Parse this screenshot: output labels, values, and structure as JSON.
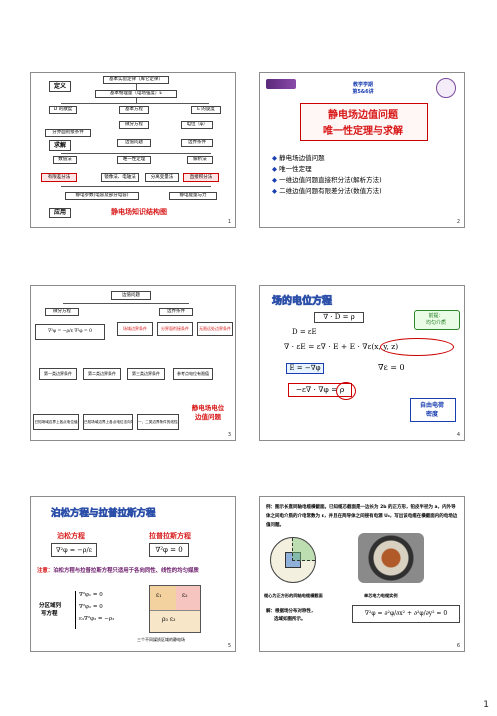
{
  "footer_page_number": "1",
  "slide1": {
    "number": "1",
    "define_label": "定义",
    "solve_label": "求解",
    "apply_label": "应用",
    "title": "静电场知识结构图",
    "nodes": {
      "basic_law": "基本实验定律（库仑定律）",
      "basic_var": "基本物理量（电场强度）E",
      "div_curl": "D 的散度",
      "eq": "基本方程",
      "e_curl": "E 的旋度",
      "diff_eq": "微分方程",
      "potential": "电位（φ）",
      "interface": "分界面衔接条件",
      "bvp": "边值问题",
      "boundary": "边界条件",
      "numerical": "数值法",
      "unique": "唯一性定理",
      "analytic": "解析法",
      "fdm": "有限差分法",
      "image": "镜像法、电轴法",
      "separation": "分离变量法",
      "integral": "直接积分法",
      "params": "静电参数(电容及部分电容)",
      "energy": "静电能量与力"
    }
  },
  "slide2": {
    "number": "2",
    "header_line1": "教学学期",
    "header_line2": "第5&6讲",
    "title_line1": "静电场边值问题",
    "title_line2": "唯一性定理与求解",
    "bullets": [
      "静电场边值问题",
      "唯一性定理",
      "一维边值问题直接积分法(解析方法)",
      "二维边值问题有限差分法(数值方法)"
    ]
  },
  "slide3": {
    "number": "3",
    "top": "边值问题",
    "diff_eq": "微分方程",
    "boundary": "边界条件",
    "eq1": "∇²φ = −ρ/ε   ∇²φ = 0",
    "col_a": "场域边界条件",
    "col_b": "分界面衔接条件",
    "col_c": "无限远处边界条件",
    "first": "第一类边界条件",
    "second": "第二类边界条件",
    "third": "第三类边界条件",
    "ref": "参考点电位有限值",
    "known1": "已知场域边界上各点电位值",
    "known2": "已知场域边界上各点电位法向导数",
    "known3": "一、二类边界条件的线性组合",
    "label_line1": "静电场电位",
    "label_line2": "边值问题"
  },
  "slide4": {
    "number": "4",
    "title": "场的电位方程",
    "eq1": "∇ · D = ρ",
    "eq2": "D = εE",
    "eq3": "∇ · εE = ε∇ · E + E · ∇ε(x, y, z)",
    "eq4": "E = −∇φ",
    "eq5": "∇ε = 0",
    "eq6": "−ε∇ · ∇φ = ρ",
    "note_line1": "前提：",
    "note_line2": "均匀介质",
    "tag_line1": "自由电荷",
    "tag_line2": "密度"
  },
  "slide5": {
    "number": "5",
    "title": "泊松方程与拉普拉斯方程",
    "poisson_label": "泊松方程",
    "laplace_label": "拉普拉斯方程",
    "poisson_eq": "∇²φ = −ρ/ε",
    "laplace_eq": "∇²φ = 0",
    "note_prefix": "注意：",
    "note_body": "泊松方程与拉普拉斯方程只适用于各向同性、线性的均匀媒质",
    "region_label_line1": "分区域列",
    "region_label_line2": "写方程",
    "sys_eq1": "∇²φ₁ = 0",
    "sys_eq2": "∇²φ₂ = 0",
    "sys_eq3": "ε₃∇²φ₃ = −ρ₃",
    "figure_caption": "三个不同媒质区域的静电场",
    "eps1": "ε₁",
    "eps2": "ε₂",
    "eps3": "ρ₃ ε₃"
  },
  "slide6": {
    "number": "6",
    "problem_text": "例：图示长直同轴电缆横截面。已知缆芯截面是一边长为 2b 的正方形，铅皮半径为 a，内外导体之间电介质的介电常数为 ε，并且在两导体之间接有电源 U₀，写出该电缆在横截面内的电场边值问题。",
    "caption_left": "缆心为正方形的同轴电缆横截面",
    "caption_right": "单芯电力电缆实例",
    "solution_line1": "解：根据场分布对称性，",
    "solution_line2": "选域如图所示。",
    "laplace_eq": "∇²φ = ∂²φ/∂x² + ∂²φ/∂y² = 0"
  }
}
